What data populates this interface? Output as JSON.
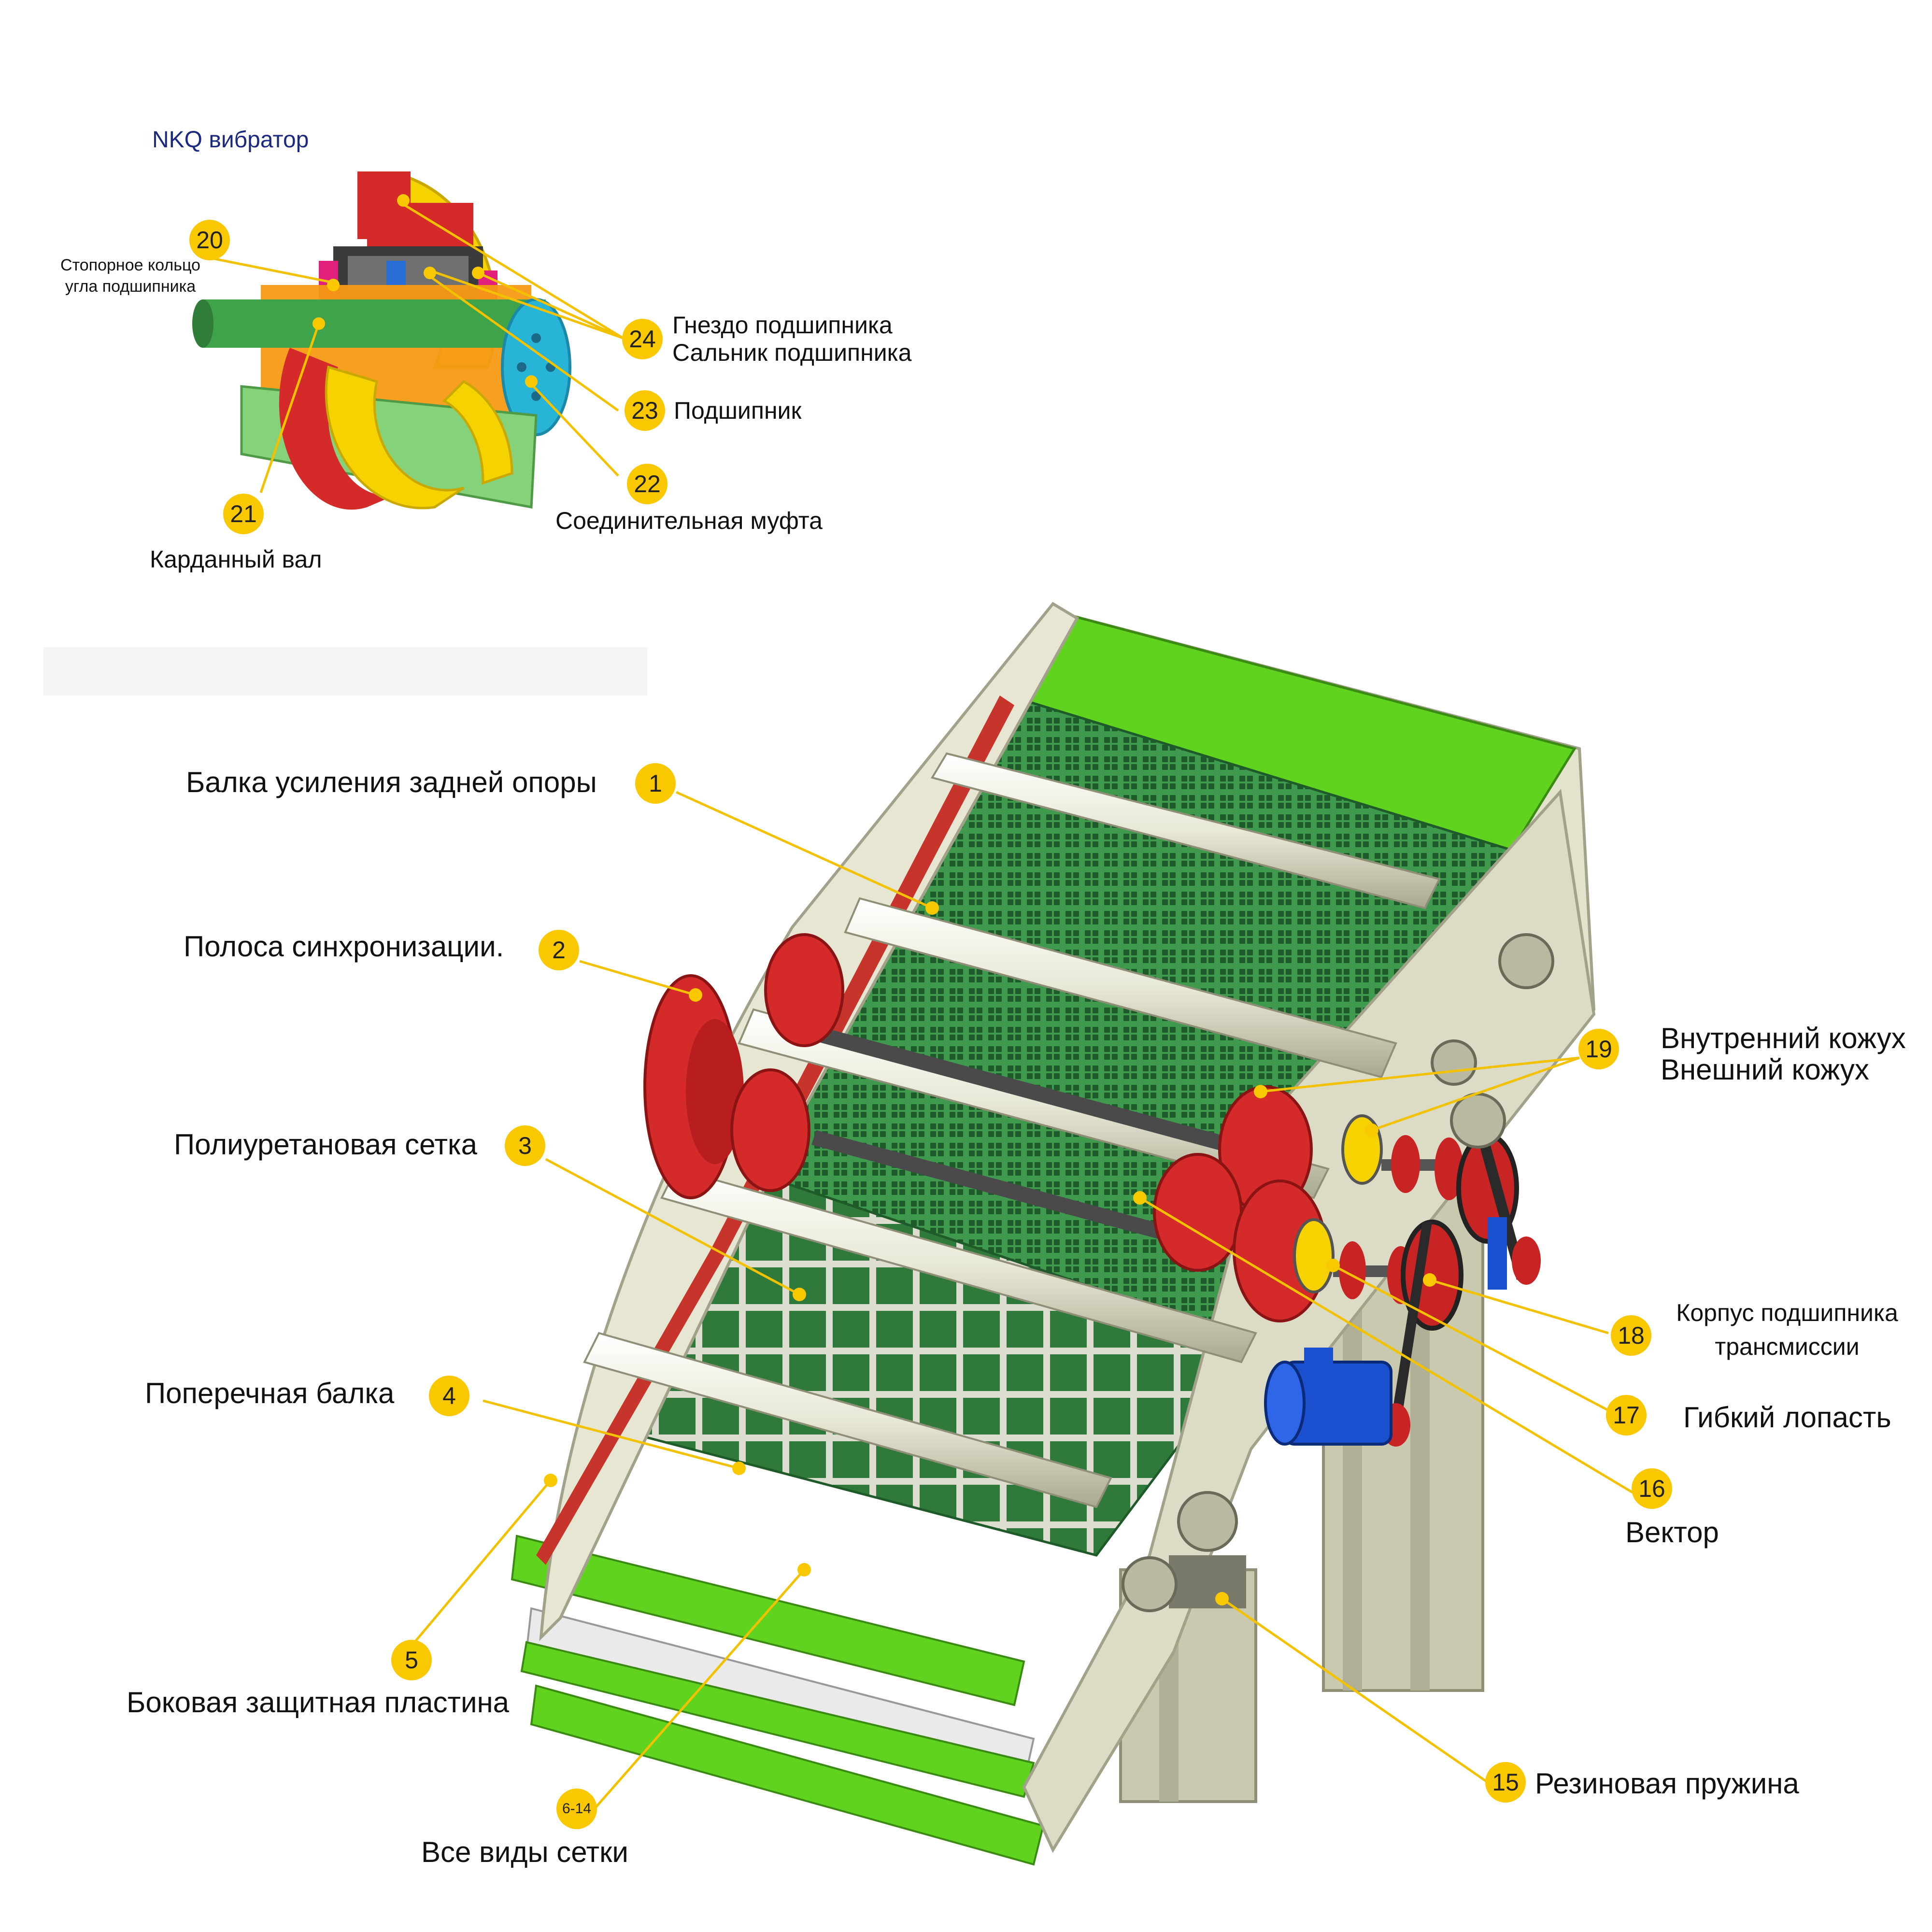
{
  "inset_title": "NKQ вибратор",
  "parts": [
    {
      "num": "1",
      "label": "Балка усиления задней опоры"
    },
    {
      "num": "2",
      "label": "Полоса синхронизации."
    },
    {
      "num": "3",
      "label": "Полиуретановая сетка"
    },
    {
      "num": "4",
      "label": "Поперечная балка"
    },
    {
      "num": "5",
      "label": "Боковая защитная пластина"
    },
    {
      "num": "6-14",
      "label": "Все виды сетки"
    },
    {
      "num": "15",
      "label": "Резиновая пружина"
    },
    {
      "num": "16",
      "label": "Вектор"
    },
    {
      "num": "17",
      "label": "Гибкий лопасть"
    },
    {
      "num": "18",
      "label": "Корпус подшипника",
      "label2": "трансмиссии"
    },
    {
      "num": "19",
      "label": "Внутренний кожух",
      "label2": "Внешний кожух"
    },
    {
      "num": "20",
      "label": "Стопорное кольцо",
      "label2": "угла подшипника"
    },
    {
      "num": "21",
      "label": "Карданный вал"
    },
    {
      "num": "22",
      "label": "Соединительная муфта"
    },
    {
      "num": "23",
      "label": "Подшипник"
    },
    {
      "num": "24",
      "label": "Гнездо подшипника",
      "label2": "Сальник подшипника"
    }
  ],
  "colors": {
    "badge": "#f9c800",
    "leader": "#f2c200",
    "frame": "#e6e6d2",
    "frame_dark": "#c9c9b0",
    "mesh": "#3f9a4e",
    "mesh_bright": "#5fd31e",
    "red": "#d42a2a",
    "blue": "#1a4fd0"
  }
}
